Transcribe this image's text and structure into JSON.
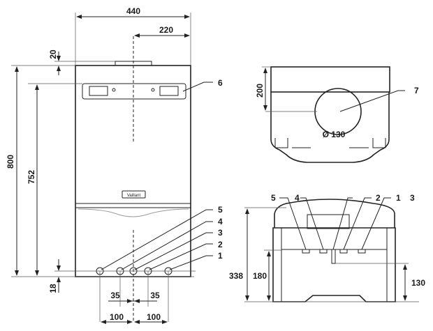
{
  "front_view": {
    "dims": {
      "width": "440",
      "half_width": "220",
      "top_offset": "20",
      "height": "800",
      "bracket_height": "752",
      "bottom_offset": "18",
      "spacing_left_35": "35",
      "spacing_right_35": "35",
      "spacing_left_100": "100",
      "spacing_right_100": "100"
    },
    "callouts": [
      "6",
      "5",
      "4",
      "3",
      "2",
      "1"
    ],
    "logo_text": "Vaillant"
  },
  "top_view": {
    "dims": {
      "depth": "200",
      "flue_diameter": "Ø 130"
    },
    "callouts": [
      "7"
    ]
  },
  "bottom_view": {
    "dims": {
      "total_depth": "338",
      "connection_depth": "180",
      "right_depth": "130"
    },
    "callouts": [
      "5",
      "4",
      "2",
      "1",
      "3"
    ]
  }
}
